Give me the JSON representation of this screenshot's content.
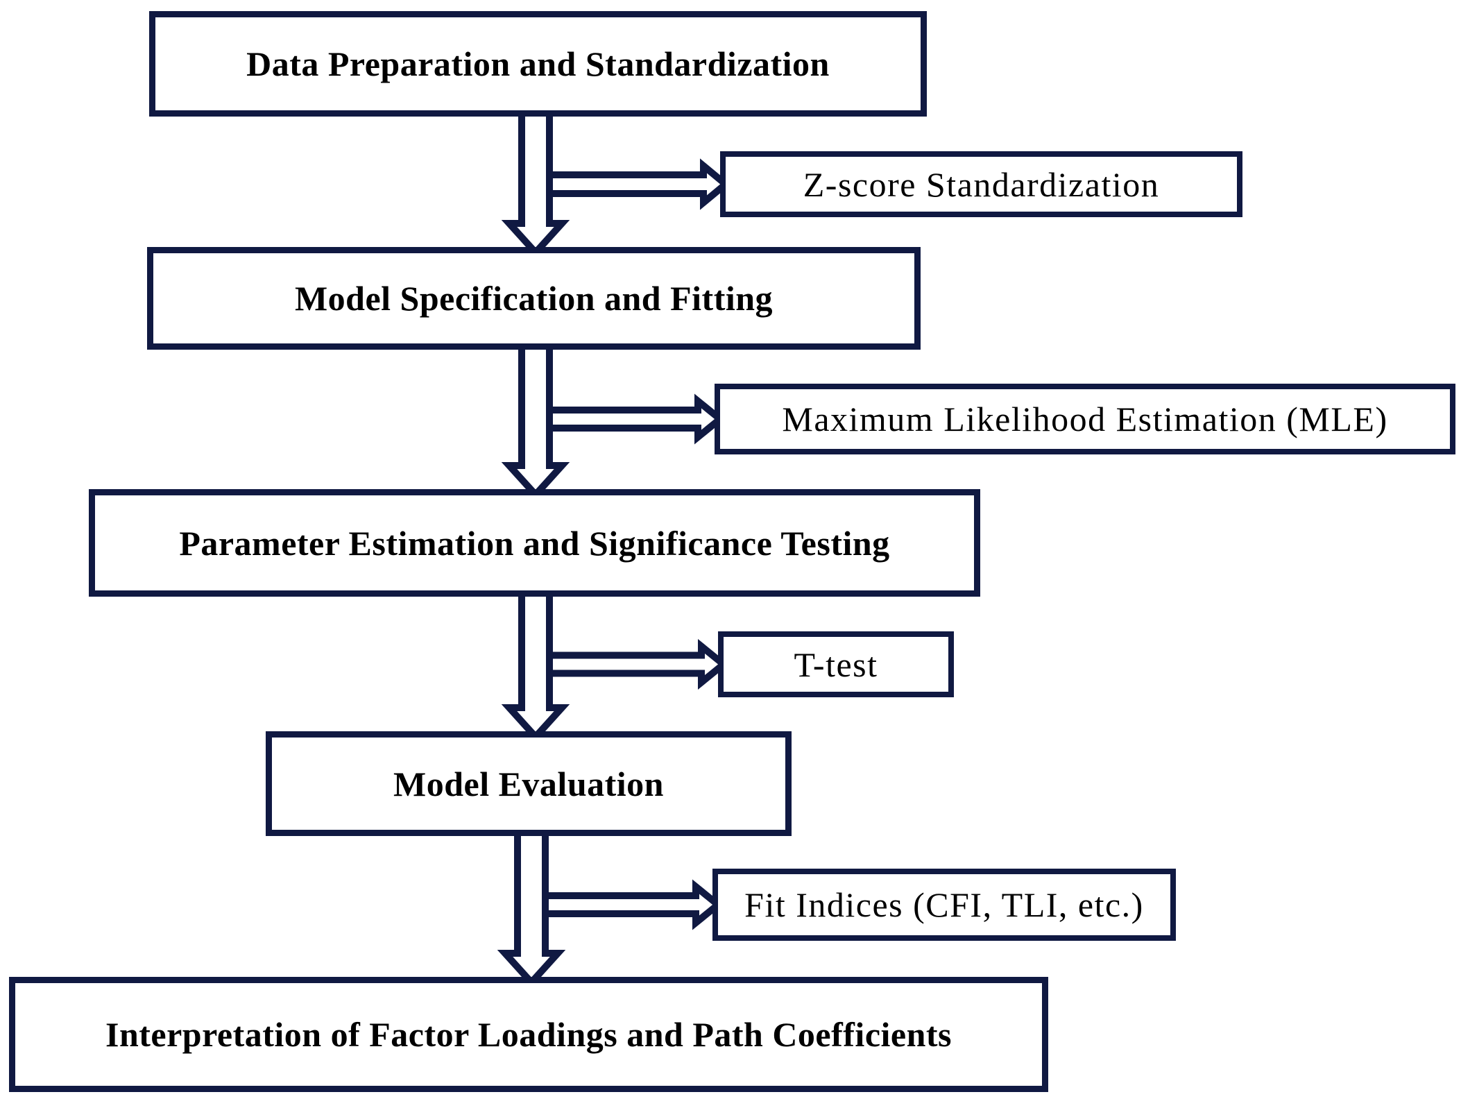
{
  "diagram": {
    "main_steps": [
      {
        "label": "Data Preparation and Standardization"
      },
      {
        "label": "Model Specification and Fitting"
      },
      {
        "label": "Parameter Estimation and Significance Testing"
      },
      {
        "label": "Model Evaluation"
      },
      {
        "label": "Interpretation of Factor Loadings and Path Coefficients"
      }
    ],
    "side_methods": [
      {
        "label": "Z-score Standardization"
      },
      {
        "label": "Maximum Likelihood Estimation (MLE)"
      },
      {
        "label": "T-test"
      },
      {
        "label": "Fit Indices (CFI, TLI, etc.)"
      }
    ],
    "colors": {
      "outline": "#101942",
      "text": "#000000",
      "background": "#ffffff"
    }
  }
}
